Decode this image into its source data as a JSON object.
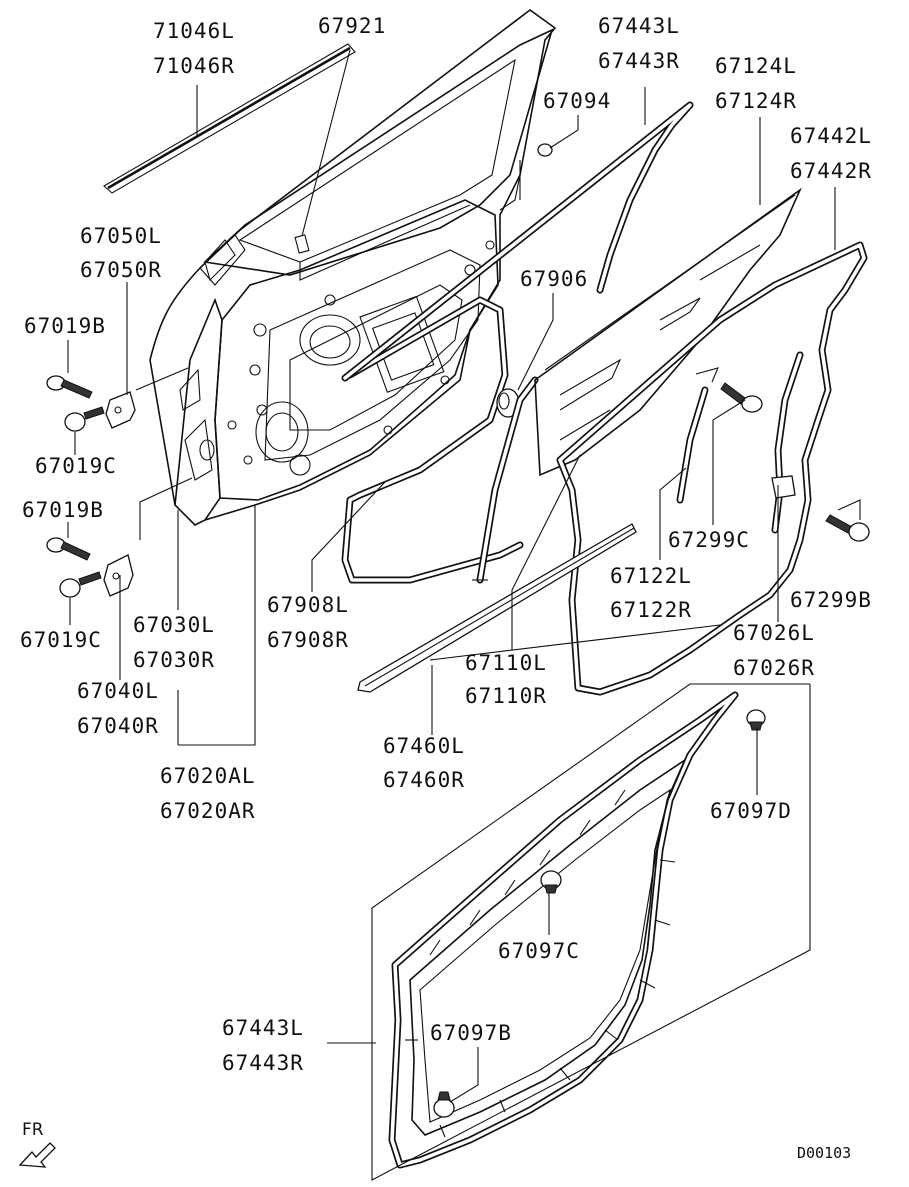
{
  "diagram": {
    "code": "D00103",
    "direction_label": "FR",
    "labels": {
      "l71046": [
        "71046L",
        "71046R"
      ],
      "l67921": [
        "67921"
      ],
      "l67443_top": [
        "67443L",
        "67443R"
      ],
      "l67094": [
        "67094"
      ],
      "l67124": [
        "67124L",
        "67124R"
      ],
      "l67442": [
        "67442L",
        "67442R"
      ],
      "l67050": [
        "67050L",
        "67050R"
      ],
      "l67019b_1": [
        "67019B"
      ],
      "l67019c_1": [
        "67019C"
      ],
      "l67019b_2": [
        "67019B"
      ],
      "l67019c_2": [
        "67019C"
      ],
      "l67906": [
        "67906"
      ],
      "l67299c": [
        "67299C"
      ],
      "l67299b": [
        "67299B"
      ],
      "l67122": [
        "67122L",
        "67122R"
      ],
      "l67026": [
        "67026L",
        "67026R"
      ],
      "l67030": [
        "67030L",
        "67030R"
      ],
      "l67040": [
        "67040L",
        "67040R"
      ],
      "l67908": [
        "67908L",
        "67908R"
      ],
      "l67110": [
        "67110L",
        "67110R"
      ],
      "l67460": [
        "67460L",
        "67460R"
      ],
      "l67020": [
        "67020AL",
        "67020AR"
      ],
      "l67097d": [
        "67097D"
      ],
      "l67097c": [
        "67097C"
      ],
      "l67097b": [
        "67097B"
      ],
      "l67443_bottom": [
        "67443L",
        "67443R"
      ]
    }
  }
}
